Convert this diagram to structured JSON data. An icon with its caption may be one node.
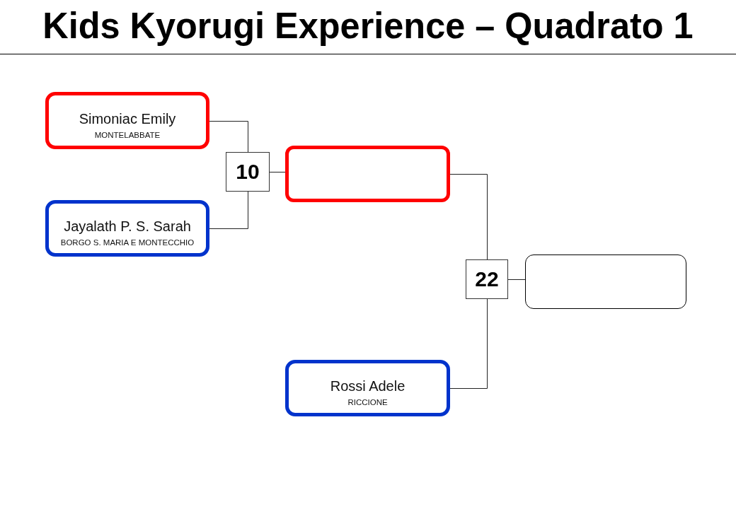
{
  "diagram": {
    "title": "Kids Kyorugi Experience – Quadrato 1",
    "nodes": [
      {
        "text": [
          "Simoniac Emily",
          "MONTELABBATE"
        ]
      },
      {
        "text": [
          "Jayalath P. S. Sarah",
          "BORGO S. MARIA E MONTECCHIO"
        ]
      },
      {
        "text": [
          "10"
        ]
      },
      {
        "text": [],
        "shape": "box"
      },
      {
        "text": [
          "Rossi Adele",
          "RICCIONE"
        ]
      },
      {
        "text": [
          "22"
        ]
      },
      {
        "text": [],
        "shape": "box"
      }
    ],
    "edges": [
      {
        "from": 0,
        "to": 2,
        "arrow": "none"
      },
      {
        "from": 1,
        "to": 2,
        "arrow": "none"
      },
      {
        "from": 2,
        "to": 3,
        "arrow": "none"
      },
      {
        "from": 3,
        "to": 5,
        "arrow": "none"
      },
      {
        "from": 4,
        "to": 5,
        "arrow": "none"
      },
      {
        "from": 5,
        "to": 6,
        "arrow": "none"
      }
    ]
  }
}
